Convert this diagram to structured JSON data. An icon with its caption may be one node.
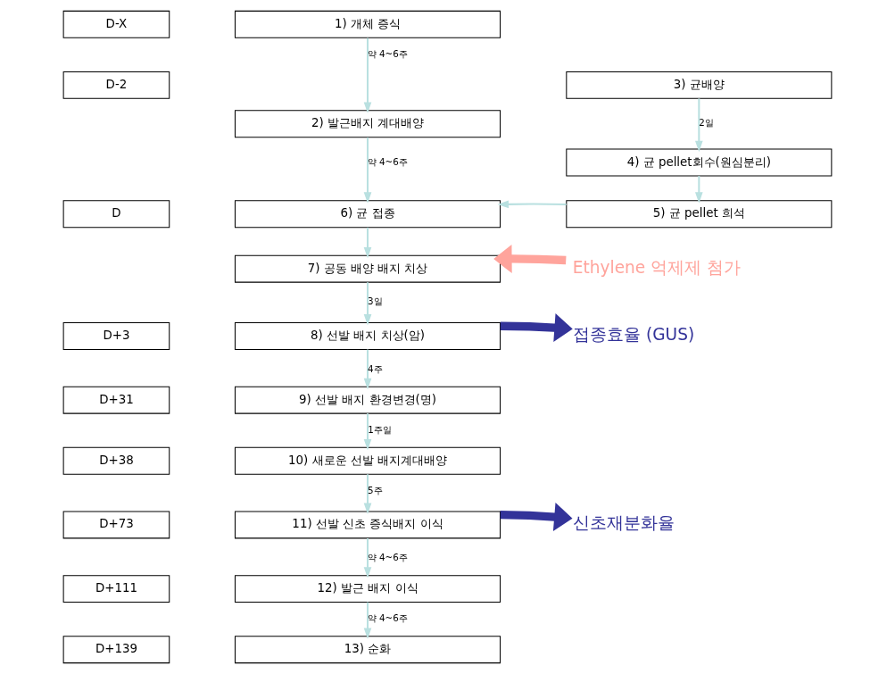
{
  "diagram": {
    "nodes": [
      {
        "text": [
          "D-X"
        ]
      },
      {
        "text": [
          "1) 개체 증식"
        ]
      },
      {
        "text": [
          "2) 발근배지 계대배양"
        ]
      },
      {
        "text": [
          "D-2"
        ]
      },
      {
        "text": [
          "3) 균배양"
        ]
      },
      {
        "text": [
          "4) 균 pellet회수(원심분리)"
        ]
      },
      {
        "text": [
          "D"
        ]
      },
      {
        "text": [
          "6) 균 접종"
        ]
      },
      {
        "text": [
          "5) 균 pellet 희석"
        ]
      },
      {
        "text": [
          "7) 공동 배양 배지 치상"
        ]
      },
      {
        "text": [
          "Ethylene 억제제 첨가"
        ]
      },
      {
        "text": [
          "D+3"
        ]
      },
      {
        "text": [
          "8) 선발 배지 치상(암)"
        ]
      },
      {
        "text": [
          "접종효율 (GUS)"
        ]
      },
      {
        "text": [
          "D+31"
        ]
      },
      {
        "text": [
          "9) 선발 배지 환경변경(명)"
        ]
      },
      {
        "text": [
          "D+38"
        ]
      },
      {
        "text": [
          "10) 새로운 선발 배지계대배양"
        ]
      },
      {
        "text": [
          "D+73"
        ]
      },
      {
        "text": [
          "11) 선발 신초 증식배지 이식"
        ]
      },
      {
        "text": [
          "신초재분화율"
        ]
      },
      {
        "text": [
          "D+111"
        ]
      },
      {
        "text": [
          "12) 발근 배지 이식"
        ]
      },
      {
        "text": [
          "D+139"
        ]
      },
      {
        "text": [
          "13) 순화"
        ]
      }
    ],
    "edges": [
      {
        "from": 1,
        "to": 2,
        "arrow": "to",
        "label": "약 4~6주"
      },
      {
        "from": 2,
        "to": 7,
        "arrow": "to",
        "label": "약 4~6주"
      },
      {
        "from": 4,
        "to": 5,
        "arrow": "to",
        "label": "2일"
      },
      {
        "from": 5,
        "to": 8,
        "arrow": "to"
      },
      {
        "from": 8,
        "to": 7,
        "arrow": "to"
      },
      {
        "from": 7,
        "to": 9,
        "arrow": "to"
      },
      {
        "from": 10,
        "to": 9,
        "arrow": "to",
        "style": "thick",
        "color": "#ffa49c"
      },
      {
        "from": 9,
        "to": 12,
        "arrow": "to",
        "label": "3일"
      },
      {
        "from": 12,
        "to": 13,
        "arrow": "to",
        "style": "thick",
        "color": "#333399"
      },
      {
        "from": 12,
        "to": 15,
        "arrow": "to",
        "label": "4주"
      },
      {
        "from": 15,
        "to": 17,
        "arrow": "to",
        "label": "1주일"
      },
      {
        "from": 17,
        "to": 19,
        "arrow": "to",
        "label": "5주"
      },
      {
        "from": 19,
        "to": 20,
        "arrow": "to",
        "style": "thick",
        "color": "#333399"
      },
      {
        "from": 19,
        "to": 22,
        "arrow": "to",
        "label": "약 4~6주"
      },
      {
        "from": 22,
        "to": 24,
        "arrow": "to",
        "label": "약 4~6주"
      }
    ]
  }
}
